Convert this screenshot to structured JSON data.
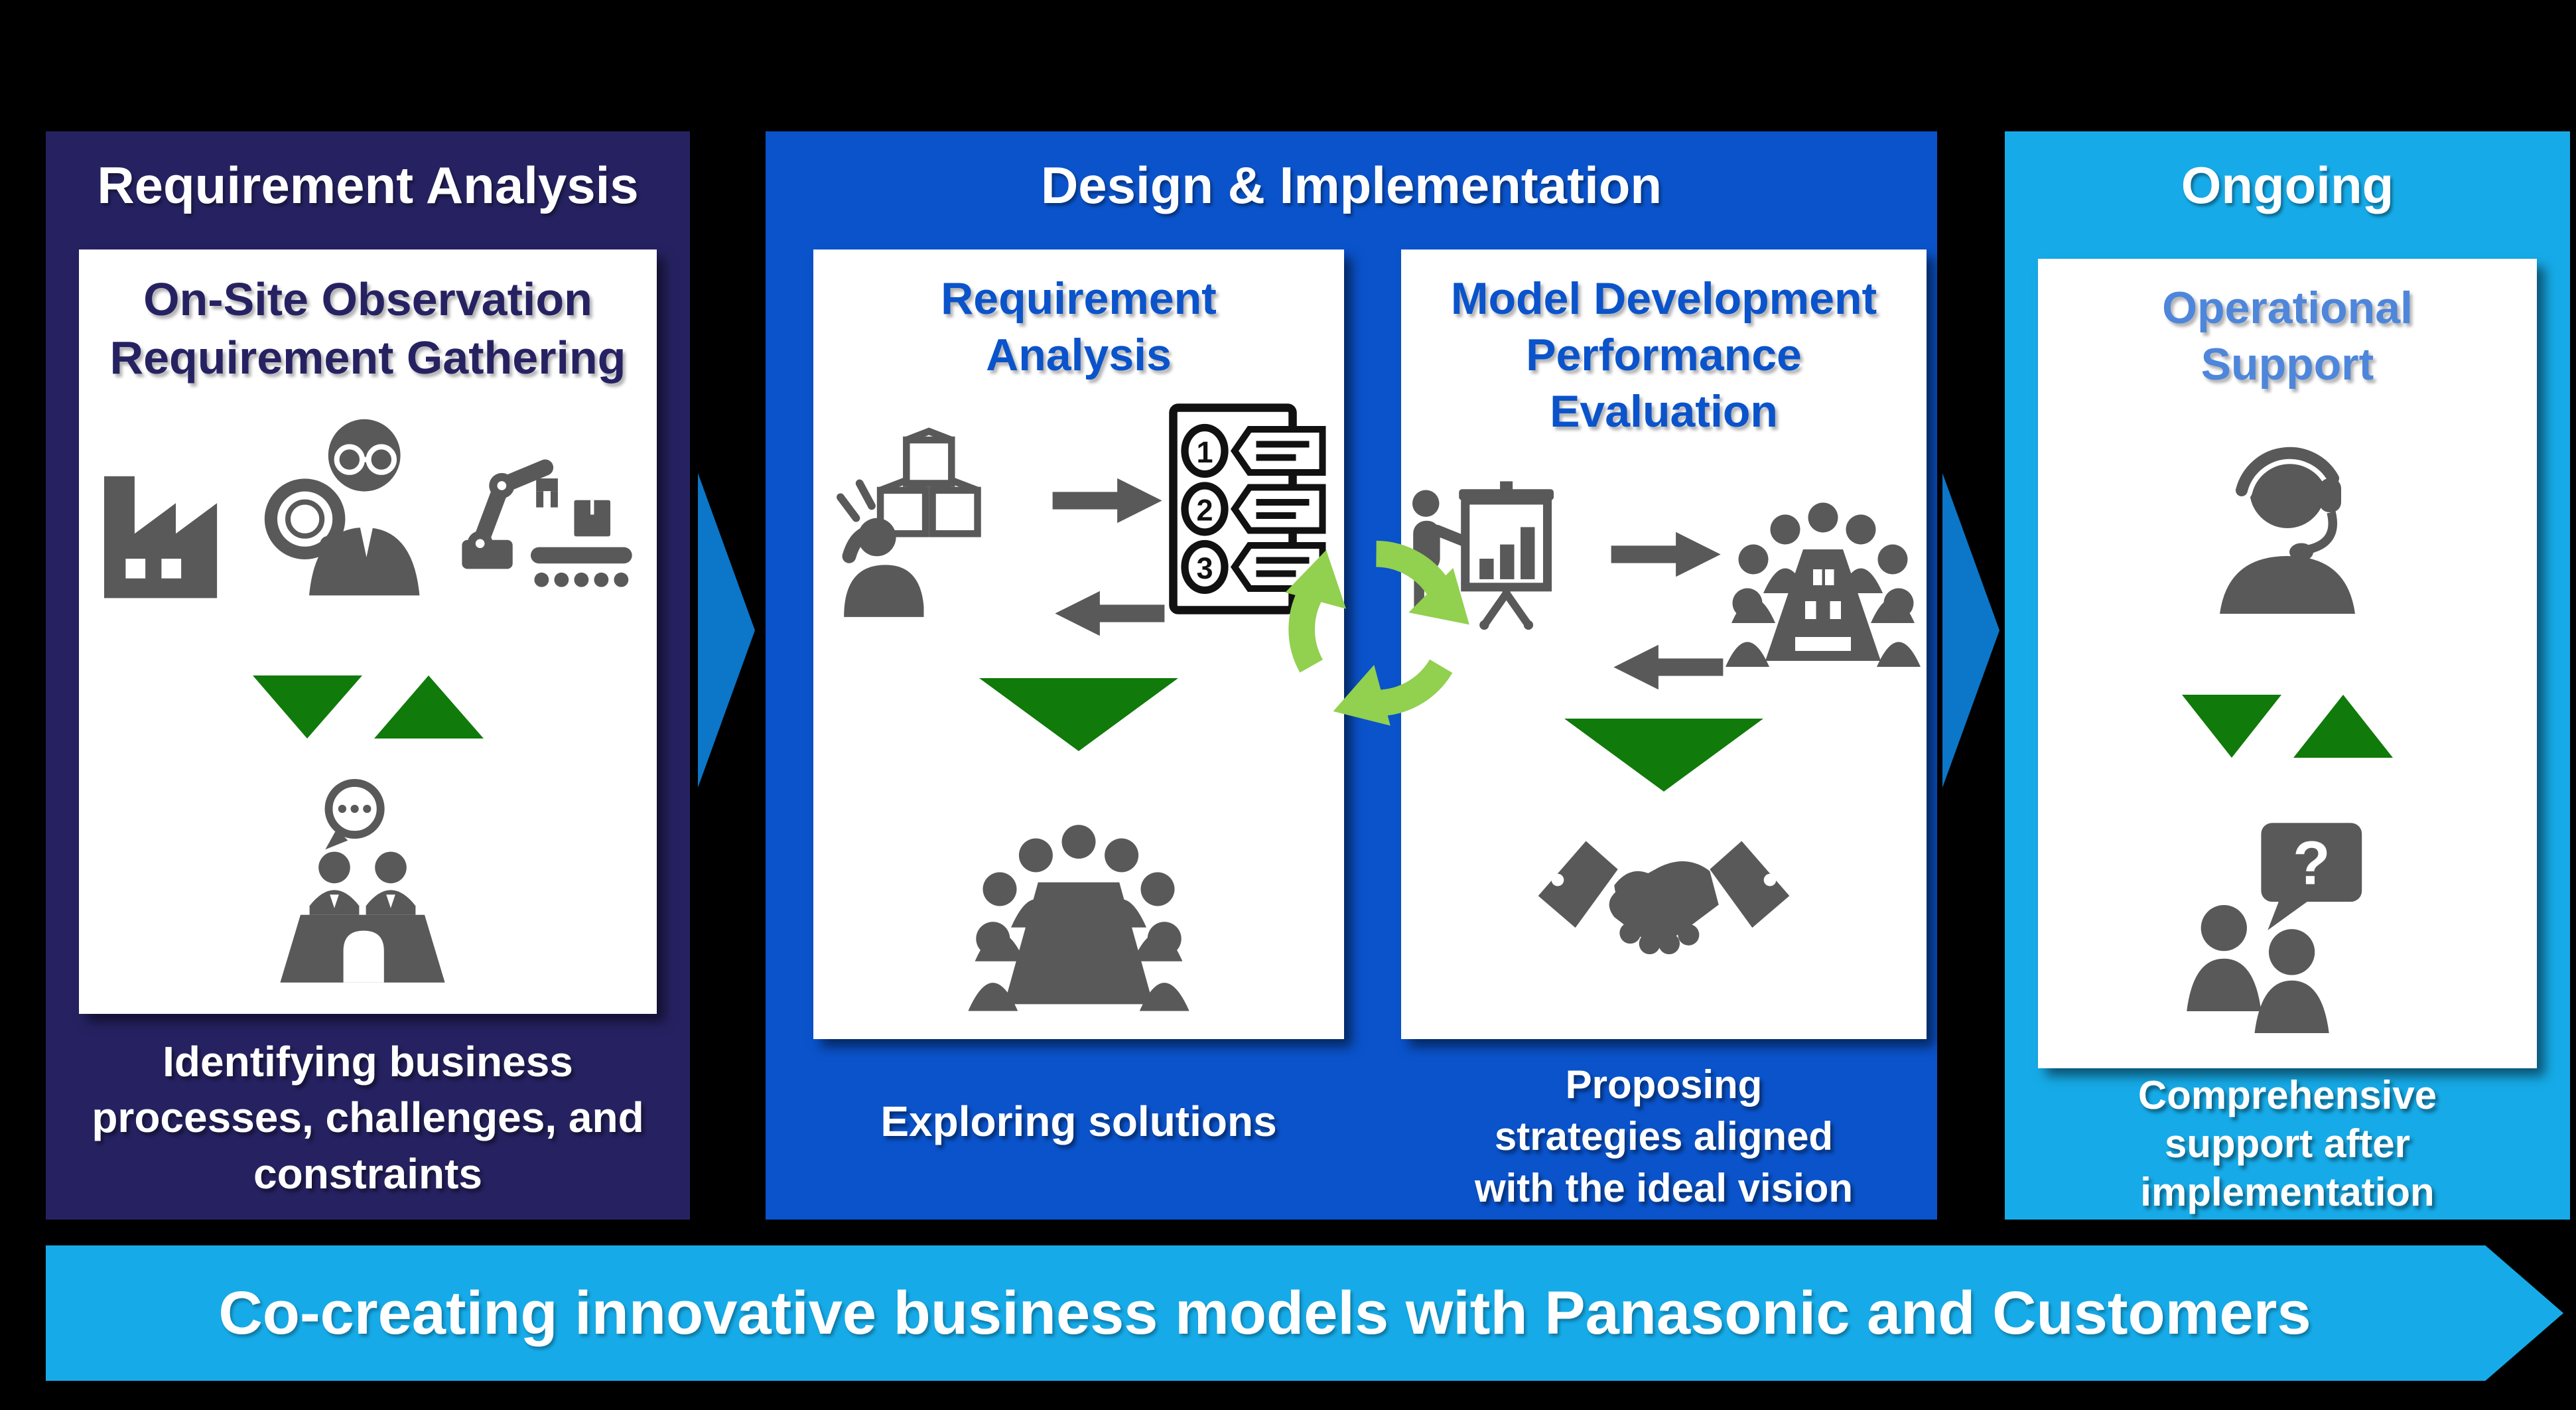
{
  "colors": {
    "background": "#000000",
    "panel_requirement_analysis": "#262262",
    "panel_design_implementation": "#0A53CB",
    "panel_ongoing": "#16ABE8",
    "banner": "#16ABE8",
    "flow_arrow_blue": "#0C76C8",
    "triangle_dark_green": "#107A0A",
    "cycle_light_green": "#92D050",
    "icon_gray": "#595959",
    "card_title_navy": "#262262",
    "card_title_blue": "#0A53CB",
    "card_title_light_blue": "#4E86DB"
  },
  "panels": [
    {
      "header": "Requirement Analysis",
      "card": {
        "title_lines": [
          "On-Site Observation",
          "Requirement Gathering"
        ]
      },
      "caption_lines": [
        "Identifying business",
        "processes, challenges, and",
        "constraints"
      ]
    },
    {
      "header": "Design & Implementation",
      "cards": [
        {
          "title_lines": [
            "Requirement",
            "Analysis"
          ],
          "caption_lines": [
            "Exploring solutions"
          ]
        },
        {
          "title_lines": [
            "Model Development",
            "Performance",
            "Evaluation"
          ],
          "caption_lines": [
            "Proposing",
            "strategies aligned",
            "with the ideal vision"
          ]
        }
      ]
    },
    {
      "header": "Ongoing",
      "card": {
        "title_lines": [
          "Operational",
          "Support"
        ]
      },
      "caption_lines": [
        "Comprehensive",
        "support after",
        "implementation"
      ]
    }
  ],
  "banner": {
    "text": "Co-creating innovative business models with Panasonic and Customers"
  },
  "icons": {
    "list_numbers": [
      "1",
      "2",
      "3"
    ],
    "question_mark": "?",
    "names": [
      "factory-icon",
      "site-inspector-icon",
      "robot-arm-icon",
      "triangle-down-icon",
      "triangle-up-icon",
      "discussion-icon",
      "frustrated-user-boxes-icon",
      "arrow-right-icon",
      "arrow-left-icon",
      "numbered-list-icon",
      "meeting-table-icon",
      "cycle-icon",
      "presenter-icon",
      "audience-icon",
      "handshake-icon",
      "headset-support-icon",
      "question-chat-icon",
      "flow-arrow-icon",
      "banner-arrow"
    ]
  }
}
